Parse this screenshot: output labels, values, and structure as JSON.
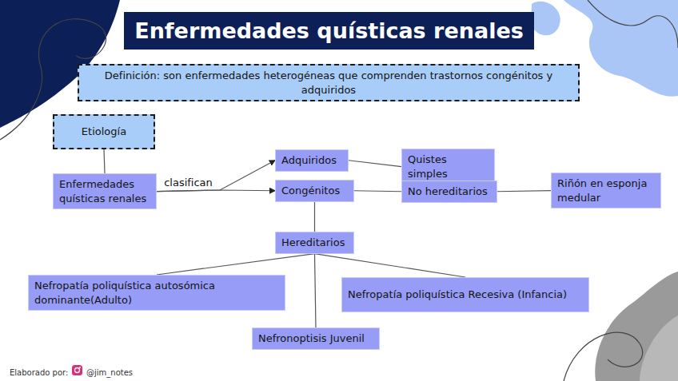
{
  "diagram": {
    "title": "Enfermedades quísticas renales",
    "nodes": [
      {
        "text": [
          "Definición: son enfermedades heterogéneas que comprenden trastornos congénitos y adquiridos"
        ]
      },
      {
        "text": [
          "Etiología"
        ]
      },
      {
        "text": [
          "Enfermedades quísticas renales"
        ]
      },
      {
        "text": [
          "Adquiridos"
        ]
      },
      {
        "text": [
          "Quistes simples"
        ]
      },
      {
        "text": [
          "Congénitos"
        ]
      },
      {
        "text": [
          "No hereditarios"
        ]
      },
      {
        "text": [
          "Riñón en esponja medular"
        ]
      },
      {
        "text": [
          "Hereditarios"
        ]
      },
      {
        "text": [
          "Nefropatía poliquística autosómica dominante(Adulto)"
        ]
      },
      {
        "text": [
          "Nefropatía poliquística Recesiva (Infancia)"
        ]
      },
      {
        "text": [
          "Nefronoptisis Juvenil"
        ]
      }
    ],
    "edges": [
      {
        "from": 1,
        "to": 2,
        "arrow": "none"
      },
      {
        "from": 2,
        "to": 3,
        "arrow": "to"
      },
      {
        "from": 2,
        "to": 5,
        "label": "clasifican",
        "arrow": "to"
      },
      {
        "from": 3,
        "to": 4,
        "arrow": "none"
      },
      {
        "from": 5,
        "to": 6,
        "arrow": "none"
      },
      {
        "from": 6,
        "to": 7,
        "arrow": "none"
      },
      {
        "from": 5,
        "to": 8,
        "arrow": "none"
      },
      {
        "from": 8,
        "to": 9,
        "arrow": "none"
      },
      {
        "from": 8,
        "to": 10,
        "arrow": "none"
      },
      {
        "from": 8,
        "to": 11,
        "arrow": "none"
      }
    ],
    "labels": [
      "Elaborado por:",
      "@jim_notes"
    ]
  }
}
